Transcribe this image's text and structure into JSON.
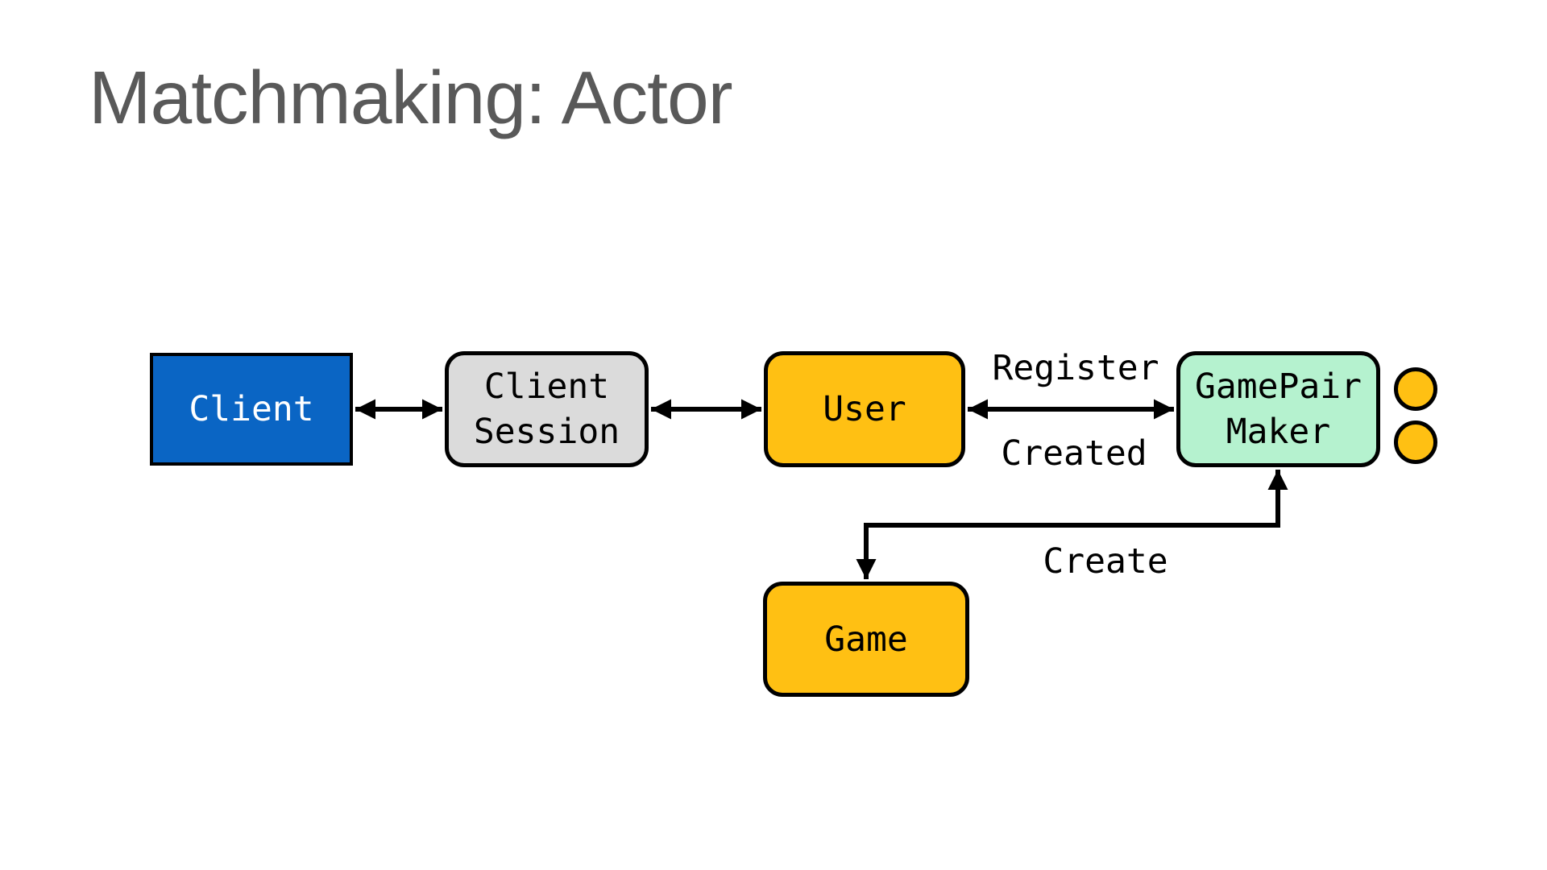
{
  "slide_title": "Matchmaking: Actor",
  "colors": {
    "title_text": "#595959",
    "client_fill": "#0A65C4",
    "session_fill": "#DBDBDB",
    "actor_fill": "#FFC013",
    "gamepair_fill": "#B5F2CF",
    "line_color": "#000000"
  },
  "diagram": {
    "nodes": {
      "client": {
        "label": "Client"
      },
      "client_session": {
        "line1": "Client",
        "line2": "Session"
      },
      "user": {
        "label": "User"
      },
      "gamepair_maker": {
        "line1": "GamePair",
        "line2": "Maker"
      },
      "game": {
        "label": "Game"
      }
    },
    "edge_labels": {
      "register": "Register",
      "created": "Created",
      "create": "Create"
    },
    "actor_instances": {
      "count": 2,
      "shape": "circle"
    }
  }
}
